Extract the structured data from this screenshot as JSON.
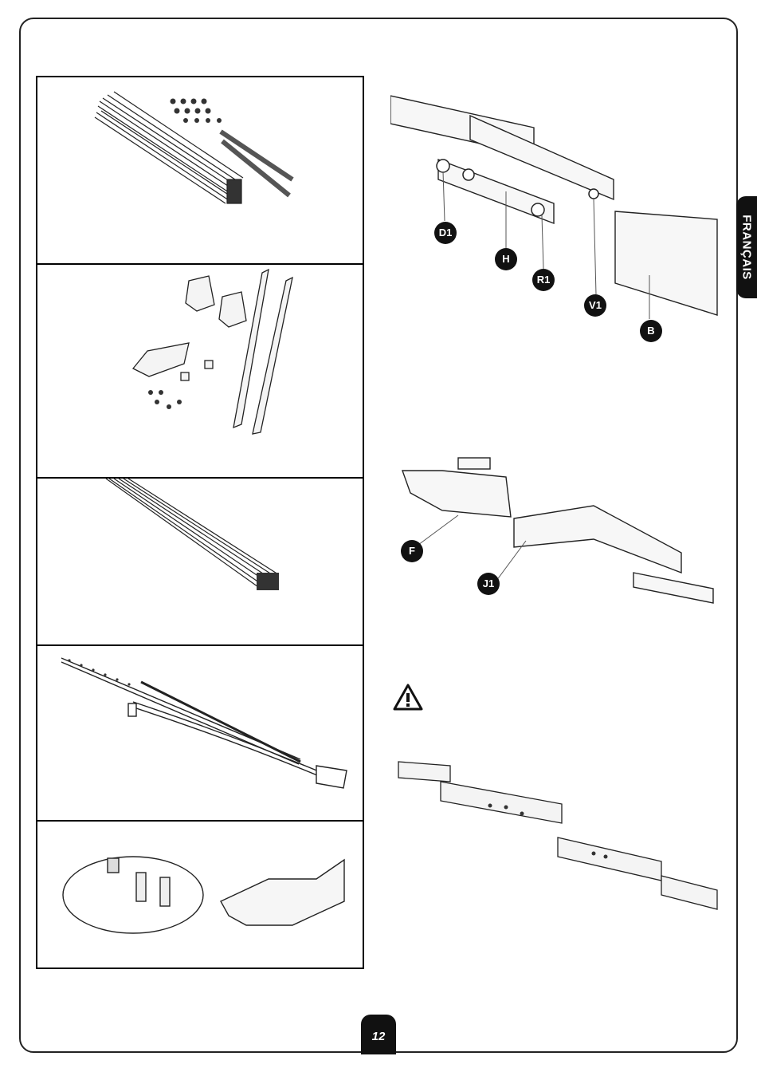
{
  "language_tab": "FRANÇAIS",
  "callouts": {
    "d1": "D1",
    "h": "H",
    "r1": "R1",
    "v1": "V1",
    "b": "B",
    "f": "F",
    "j1": "J1"
  },
  "page_number": "12",
  "icons": {
    "warning": "warning-triangle-icon"
  }
}
